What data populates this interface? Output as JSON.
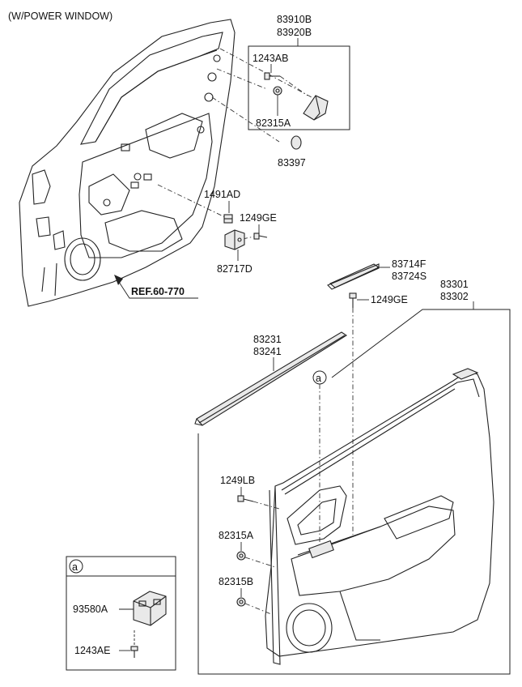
{
  "header": {
    "title": "(W/POWER WINDOW)"
  },
  "parts": {
    "p83910B": "83910B",
    "p83920B": "83920B",
    "p1243AB": "1243AB",
    "p82315A_top": "82315A",
    "p83397": "83397",
    "p1491AD": "1491AD",
    "p1249GE_bracket": "1249GE",
    "p82717D": "82717D",
    "ref": "REF.60-770",
    "p83714F": "83714F",
    "p83724S": "83724S",
    "p1249GE_trim": "1249GE",
    "p83301": "83301",
    "p83302": "83302",
    "p83231": "83231",
    "p83241": "83241",
    "callout_a": "a",
    "p1249LB": "1249LB",
    "p82315A_panel": "82315A",
    "p82315B": "82315B",
    "inset_a": "a",
    "p93580A": "93580A",
    "p1243AE": "1243AE"
  }
}
